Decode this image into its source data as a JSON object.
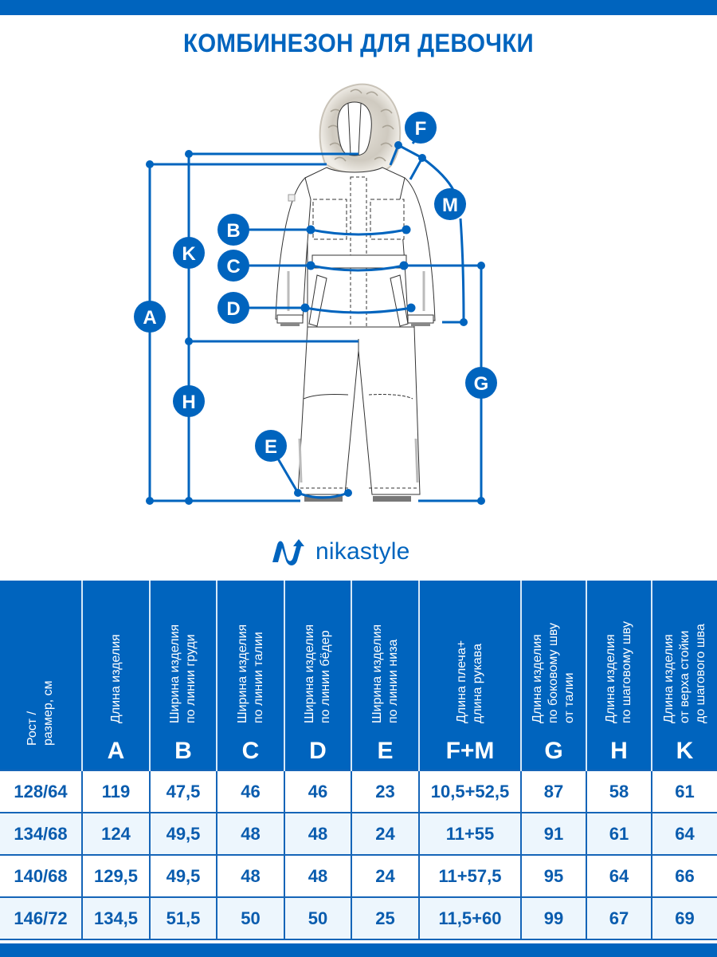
{
  "title": "КОМБИНЕЗОН ДЛЯ ДЕВОЧКИ",
  "brand": {
    "name": "nikastyle",
    "logo_icon": "nikastyle-wave-logo-icon",
    "color": "#0064be"
  },
  "colors": {
    "accent": "#0064be",
    "row_alt": "#edf6fd",
    "header_text": "#ffffff"
  },
  "diagram": {
    "markers": [
      {
        "letter": "A",
        "meaning": "Длина изделия"
      },
      {
        "letter": "B",
        "meaning": "Ширина изделия по линии груди"
      },
      {
        "letter": "C",
        "meaning": "Ширина изделия по линии талии"
      },
      {
        "letter": "D",
        "meaning": "Ширина изделия по линии бёдер"
      },
      {
        "letter": "E",
        "meaning": "Ширина изделия по линии низа"
      },
      {
        "letter": "F",
        "meaning": "Длина плеча"
      },
      {
        "letter": "M",
        "meaning": "Длина рукава"
      },
      {
        "letter": "G",
        "meaning": "Длина изделия по боковому шву от талии"
      },
      {
        "letter": "H",
        "meaning": "Длина изделия по шаговому шву"
      },
      {
        "letter": "K",
        "meaning": "Длина от верха стойки до шагового шва"
      }
    ]
  },
  "table": {
    "headers": [
      {
        "label": "Рост /\nразмер, см",
        "letter": ""
      },
      {
        "label": "Длина изделия",
        "letter": "A"
      },
      {
        "label": "Ширина изделия\nпо линии груди",
        "letter": "B"
      },
      {
        "label": "Ширина изделия\nпо линии талии",
        "letter": "C"
      },
      {
        "label": "Ширина изделия\nпо линии бёдер",
        "letter": "D"
      },
      {
        "label": "Ширина изделия\nпо линии низа",
        "letter": "E"
      },
      {
        "label": "Длина плеча+\nдлина рукава",
        "letter": "F+M"
      },
      {
        "label": "Длина изделия\nпо боковому шву\nот талии",
        "letter": "G"
      },
      {
        "label": "Длина изделия\nпо шаговому шву",
        "letter": "H"
      },
      {
        "label": "Длина изделия\nот верха стойки\nдо шагового шва",
        "letter": "K"
      }
    ],
    "rows": [
      [
        "128/64",
        "119",
        "47,5",
        "46",
        "46",
        "23",
        "10,5+52,5",
        "87",
        "58",
        "61"
      ],
      [
        "134/68",
        "124",
        "49,5",
        "48",
        "48",
        "24",
        "11+55",
        "91",
        "61",
        "64"
      ],
      [
        "140/68",
        "129,5",
        "49,5",
        "48",
        "48",
        "24",
        "11+57,5",
        "95",
        "64",
        "66"
      ],
      [
        "146/72",
        "134,5",
        "51,5",
        "50",
        "50",
        "25",
        "11,5+60",
        "99",
        "67",
        "69"
      ]
    ]
  }
}
